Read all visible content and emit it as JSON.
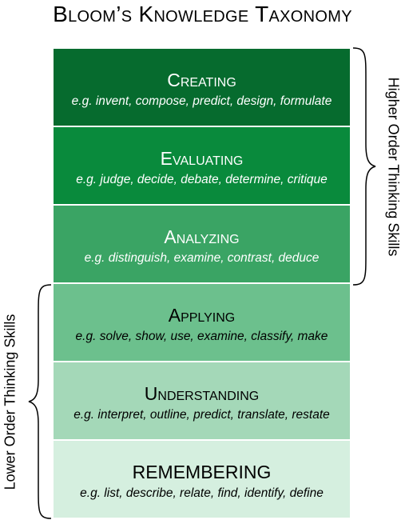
{
  "title": "Bloom’s Knowledge Taxonomy",
  "levels": [
    {
      "name": "Creating",
      "examples": "e.g. invent, compose, predict, design, formulate",
      "color": "#066b2e",
      "text_color": "#ffffff"
    },
    {
      "name": "Evaluating",
      "examples": "e.g. judge, decide, debate, determine, critique",
      "color": "#098a3c",
      "text_color": "#ffffff"
    },
    {
      "name": "Analyzing",
      "examples": "e.g. distinguish, examine, contrast, deduce",
      "color": "#3aa464",
      "text_color": "#ffffff"
    },
    {
      "name": "Applying",
      "examples": "e.g. solve, show, use, examine, classify, make",
      "color": "#6cc08d",
      "text_color": "#000000"
    },
    {
      "name": "Understanding",
      "examples": "e.g. interpret, outline, predict, translate, restate",
      "color": "#a4d8b8",
      "text_color": "#000000"
    },
    {
      "name": "REMEMBERING",
      "examples": "e.g. list, describe, relate, find, identify, define",
      "color": "#d5efdf",
      "text_color": "#000000"
    }
  ],
  "higher_order_label": "Higher Order Thinking Skills",
  "lower_order_label": "Lower Order Thinking Skills"
}
